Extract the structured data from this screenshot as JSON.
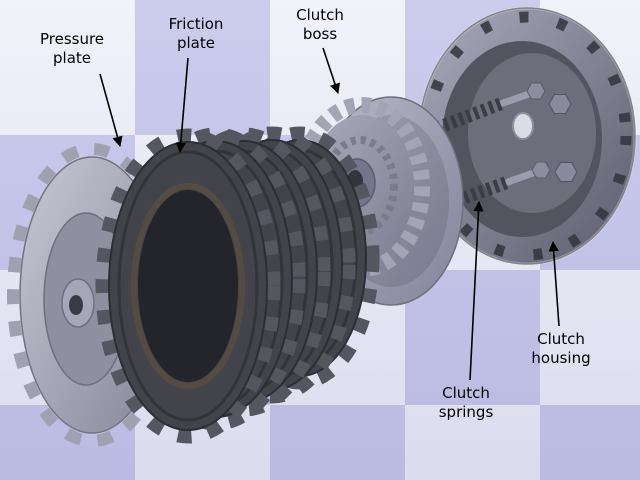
{
  "figure": {
    "labels": {
      "pressure_plate": "Pressure\nplate",
      "friction_plate": "Friction\nplate",
      "clutch_boss": "Clutch\nboss",
      "clutch_springs": "Clutch\nsprings",
      "clutch_housing": "Clutch\nhousing"
    },
    "colors": {
      "checker_light": "#f1f1fa",
      "checker_dark": "#c9c9ec",
      "metal_light": "#c7c7d4",
      "metal_mid": "#8a8a9e",
      "metal_dark": "#3e3e46",
      "interior_dark": "#26262c",
      "label_text": "#000000"
    }
  }
}
